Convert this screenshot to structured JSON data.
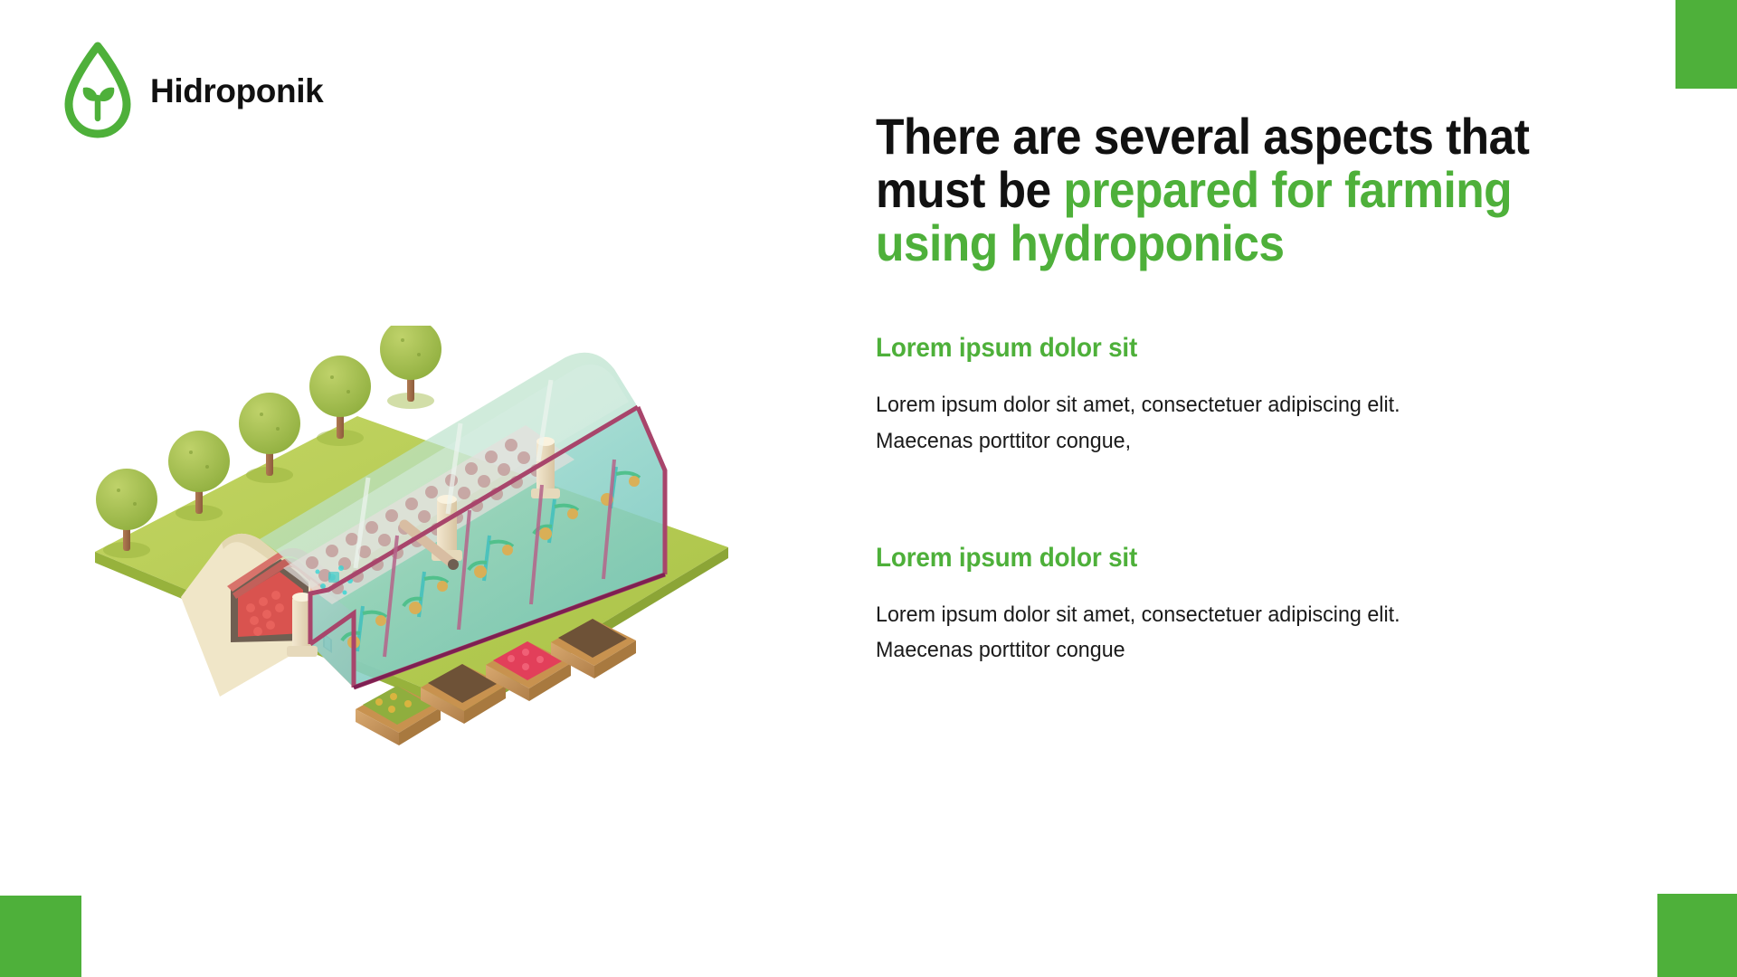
{
  "brand": {
    "name": "Hidroponik",
    "logo_icon": "water-drop-sprout-icon",
    "logo_color": "#4eb03a"
  },
  "theme": {
    "accent_green": "#4eb03a",
    "text_black": "#111111",
    "background": "#ffffff"
  },
  "decorations": {
    "top_right_block_color": "#4eb03a",
    "bottom_left_block_color": "#4eb03a",
    "bottom_right_block_color": "#4eb03a"
  },
  "headline": {
    "line1_black": "There are several aspects that",
    "line2_black": "must be ",
    "line2_accent": "prepared for farming",
    "line3_accent": "using hydroponics",
    "full_text": "There are several aspects that must be prepared for farming using hydroponics"
  },
  "sections": [
    {
      "title": "Lorem ipsum dolor sit",
      "body": "Lorem ipsum dolor sit amet, consectetuer adipiscing elit. Maecenas porttitor congue,"
    },
    {
      "title": "Lorem ipsum dolor sit",
      "body": "Lorem ipsum dolor sit amet, consectetuer adipiscing elit. Maecenas porttitor congue"
    }
  ],
  "illustration": {
    "name": "isometric-hydroponic-greenhouse",
    "description": "Isometric greenhouse with translucent arched glass roof, interior hydroponic plant rows with tomatoes, lettuce trays, pillars, trees along the back edge, and wooden produce crates in front",
    "elements": {
      "tree_count": 5,
      "crate_count": 4,
      "ground_color": "#b8cf56",
      "glass_color": "#9fd8cf",
      "frame_color": "#a8456b",
      "door_color": "#e8a184"
    }
  }
}
